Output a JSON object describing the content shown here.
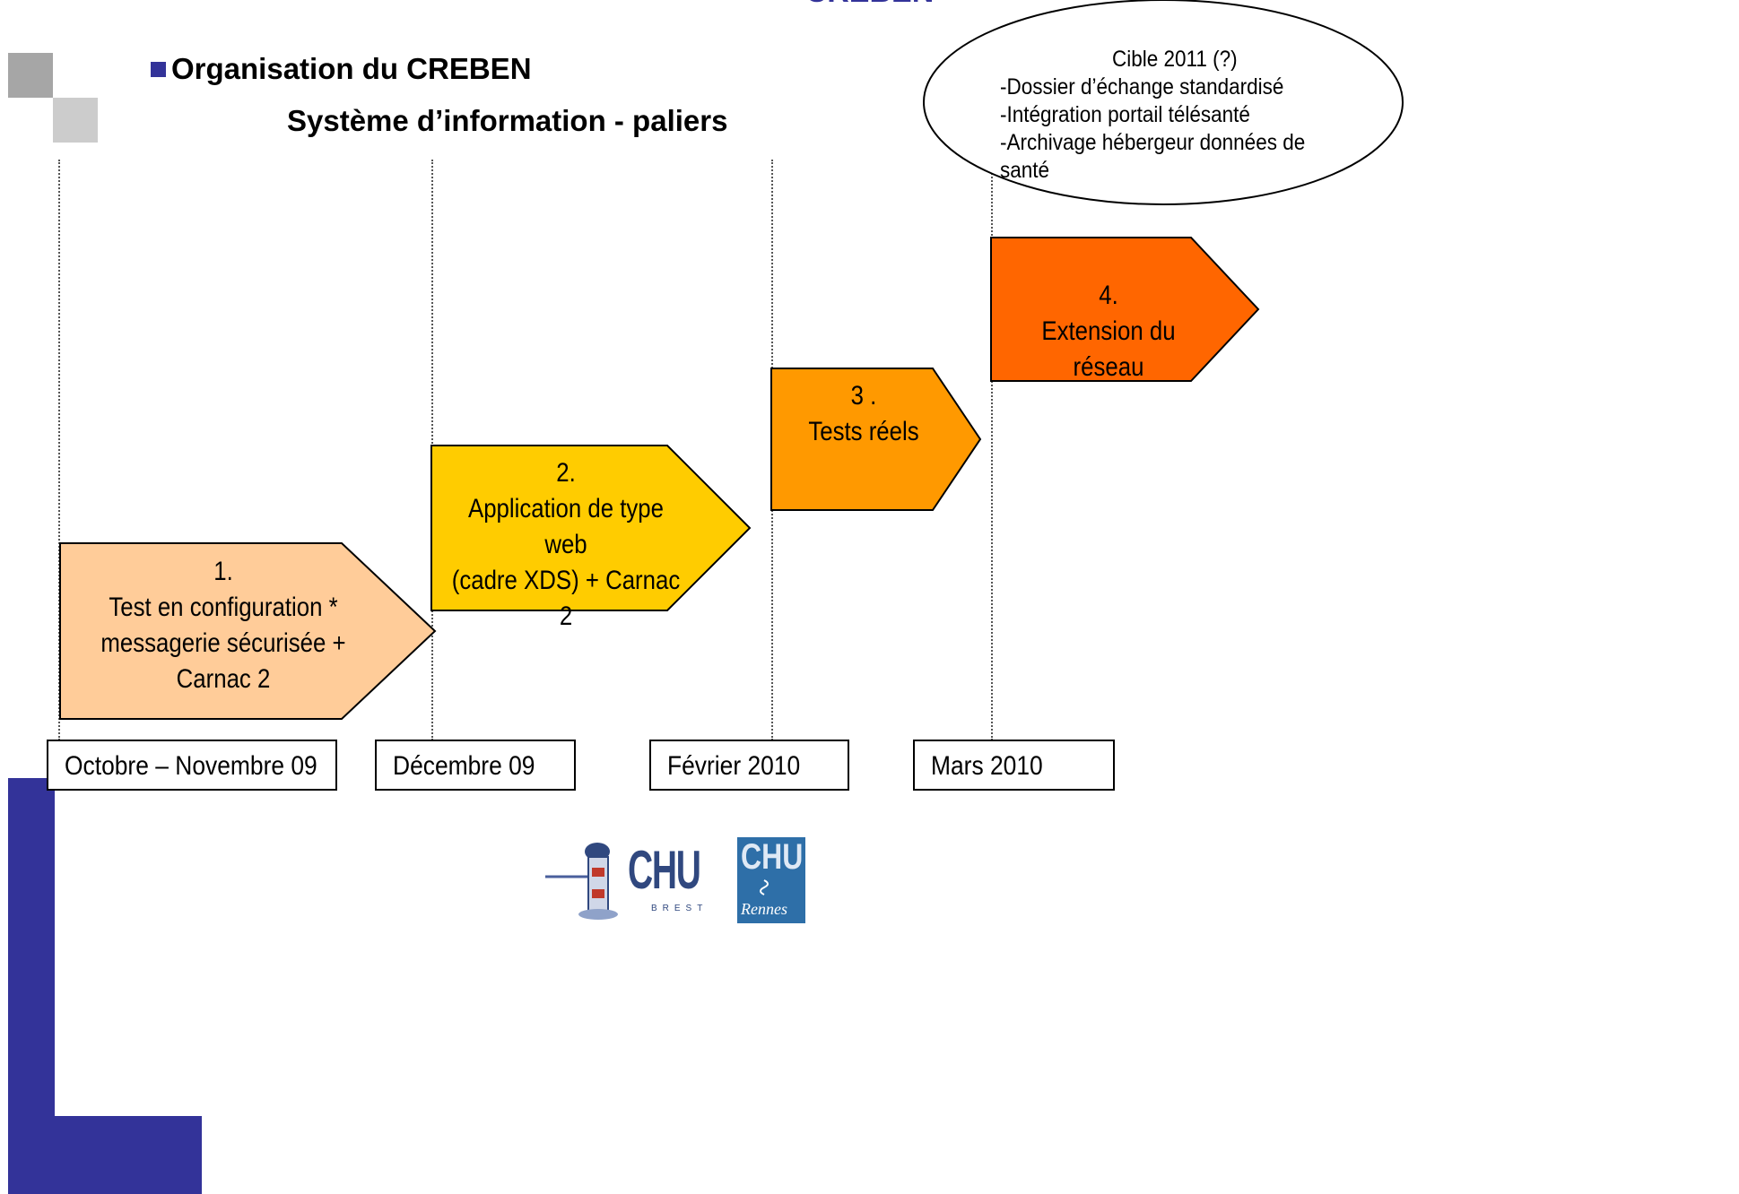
{
  "header": {
    "top_title": "CREBEN",
    "heading": "Organisation du CREBEN",
    "subheading": "Système d’information - paliers"
  },
  "target_bubble": {
    "title": "Cible 2011 (?)",
    "items": [
      "-Dossier d’échange standardisé",
      "-Intégration portail télésanté",
      "-Archivage hébergeur données de",
      "santé"
    ]
  },
  "stages": [
    {
      "number": "1.",
      "lines": [
        "Test en configuration *",
        "messagerie sécurisée +",
        "Carnac 2"
      ],
      "color": "#ffcc99"
    },
    {
      "number": "2.",
      "lines": [
        "Application de type web",
        "(cadre XDS) + Carnac 2"
      ],
      "color": "#ffcc00"
    },
    {
      "number": "3 .",
      "lines": [
        "Tests réels"
      ],
      "color": "#ff9900"
    },
    {
      "number": "4.",
      "lines": [
        "Extension du réseau"
      ],
      "color": "#ff6600"
    }
  ],
  "dates": [
    "Octobre – Novembre 09",
    "Décembre 09",
    "Février  2010",
    "Mars  2010"
  ],
  "logos": {
    "brest": {
      "text": "CHU",
      "subtext": "BREST"
    },
    "rennes": {
      "text": "CHU",
      "subtext": "Rennes"
    }
  },
  "colors": {
    "accent": "#333399",
    "gray_dark": "#a6a6a6",
    "gray_light": "#c8c8c8"
  }
}
